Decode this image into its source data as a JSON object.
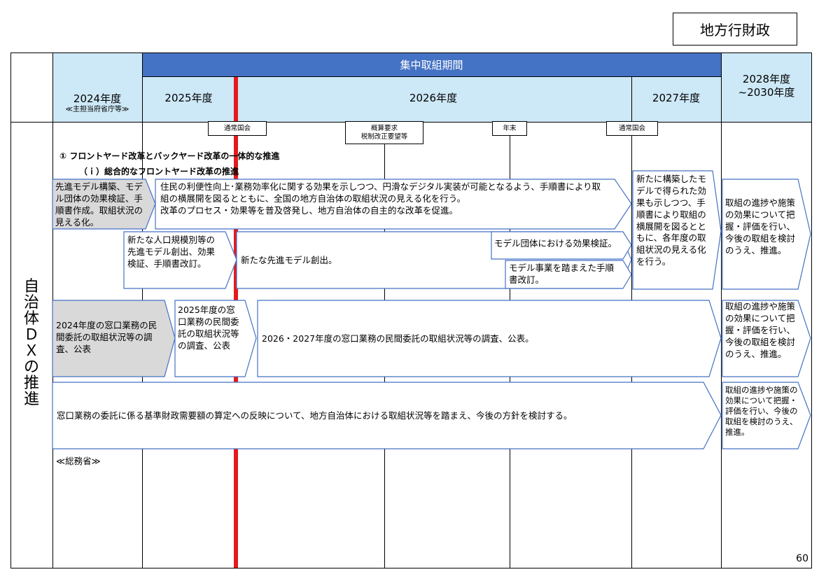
{
  "category_badge": "地方行財政",
  "header": {
    "focus_period": "集中取組期間",
    "fy2024": "2024年度",
    "fy2024_sub": "≪主担当府省庁等≫",
    "fy2025": "2025年度",
    "fy2026": "2026年度",
    "fy2027": "2027年度",
    "fy2028": "2028年度\n~2030年度"
  },
  "side_label": [
    "自",
    "治",
    "体",
    "Ｄ",
    "Ｘ",
    "の",
    "推",
    "進"
  ],
  "events": [
    "通常国会",
    "概算要求\n税制改正要望等",
    "年末",
    "通常国会"
  ],
  "section_title": "① フロントヤード改革とバックヤード改革の一体的な推進",
  "subsection_title": "（ｉ）総合的なフロントヤード改革の推進",
  "rows": {
    "r1_2024": "先進モデル構築、モデル団体の効果検証、手順書作成。取組状況の見える化。",
    "r1_main": "住民の利便性向上･業務効率化に関する効果を示しつつ、円滑なデジタル実装が可能となるよう、手順書により取組の横展開を図るとともに、全国の地方自治体の取組状況の見える化を行う。\n改革のプロセス・効果等を普及啓発し、地方自治体の自主的な改革を促進。",
    "r1_2027": "新たに構築したモデルで得られた効果も示しつつ、手順書により取組の横展開を図るとともに、各年度の取組状況の見える化を行う。",
    "r1_2028": "取組の進捗や施策の効果について把握・評価を行い、今後の取組を検討のうえ、推進。",
    "r2_2025": "新たな人口規模別等の先進モデル創出、効果検証、手順書改訂。",
    "r2_main": "新たな先進モデル創出。",
    "r2_effect": "モデル団体における効果検証。",
    "r2_manual": "モデル事業を踏まえた手順書改訂。",
    "r3_2024": "2024年度の窓口業務の民間委託の取組状況等の調査、公表",
    "r3_2025": "2025年度の窓口業務の民間委託の取組状況等の調査、公表",
    "r3_main": "2026・2027年度の窓口業務の民間委託の取組状況等の調査、公表。",
    "r3_2028": "取組の進捗や施策の効果について把握・評価を行い、今後の取組を検討のうえ、推進。",
    "r4_main": "窓口業務の委託に係る基準財政需要額の算定への反映について、地方自治体における取組状況等を踏まえ、今後の方針を検討する。",
    "r4_2028": "取組の進捗や施策の効果について把握・評価を行い、今後の取組を検討のうえ、推進。"
  },
  "ministry": "≪総務省≫",
  "page_number": "60",
  "colors": {
    "focus_header": "#4472c4",
    "year_header": "#cde8f7",
    "arrow_border": "#4472c4",
    "now_line": "#e41a1c",
    "gray_fill": "#d9d9d9"
  }
}
